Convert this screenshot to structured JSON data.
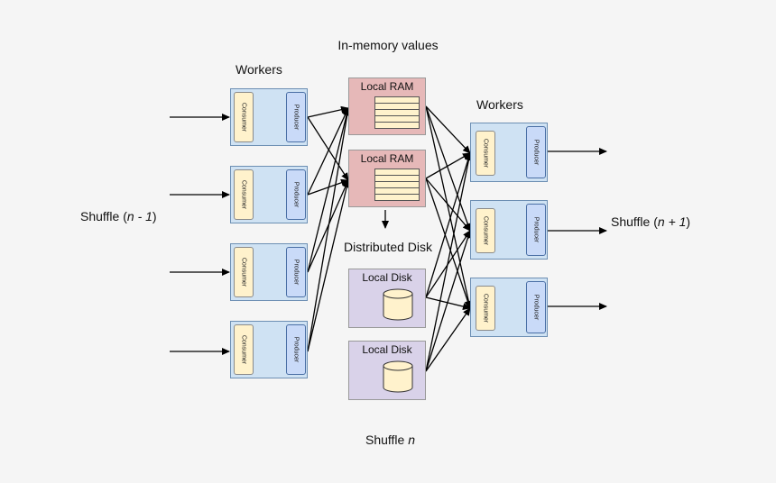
{
  "left_workers_title": "Workers",
  "right_workers_title": "Workers",
  "memory_title": "In-memory values",
  "disk_title": "Distributed Disk",
  "shuffle_prev": {
    "prefix": "Shuffle (",
    "n": "n - 1",
    "suffix": ")"
  },
  "shuffle_next": {
    "prefix": "Shuffle (",
    "n": "n + 1",
    "suffix": ")"
  },
  "shuffle_curr": {
    "prefix": "Shuffle ",
    "n": "n"
  },
  "consumer_label": "Consumer",
  "producer_label": "Producer",
  "ram_label": "Local RAM",
  "disk_label": "Local Disk",
  "colors": {
    "worker_fill": "#cfe2f3",
    "consumer_fill": "#fff2cc",
    "producer_fill": "#c9daf8",
    "ram_fill": "#e6b8b8",
    "disk_fill": "#d9d2e9",
    "arrow": "#000000"
  }
}
